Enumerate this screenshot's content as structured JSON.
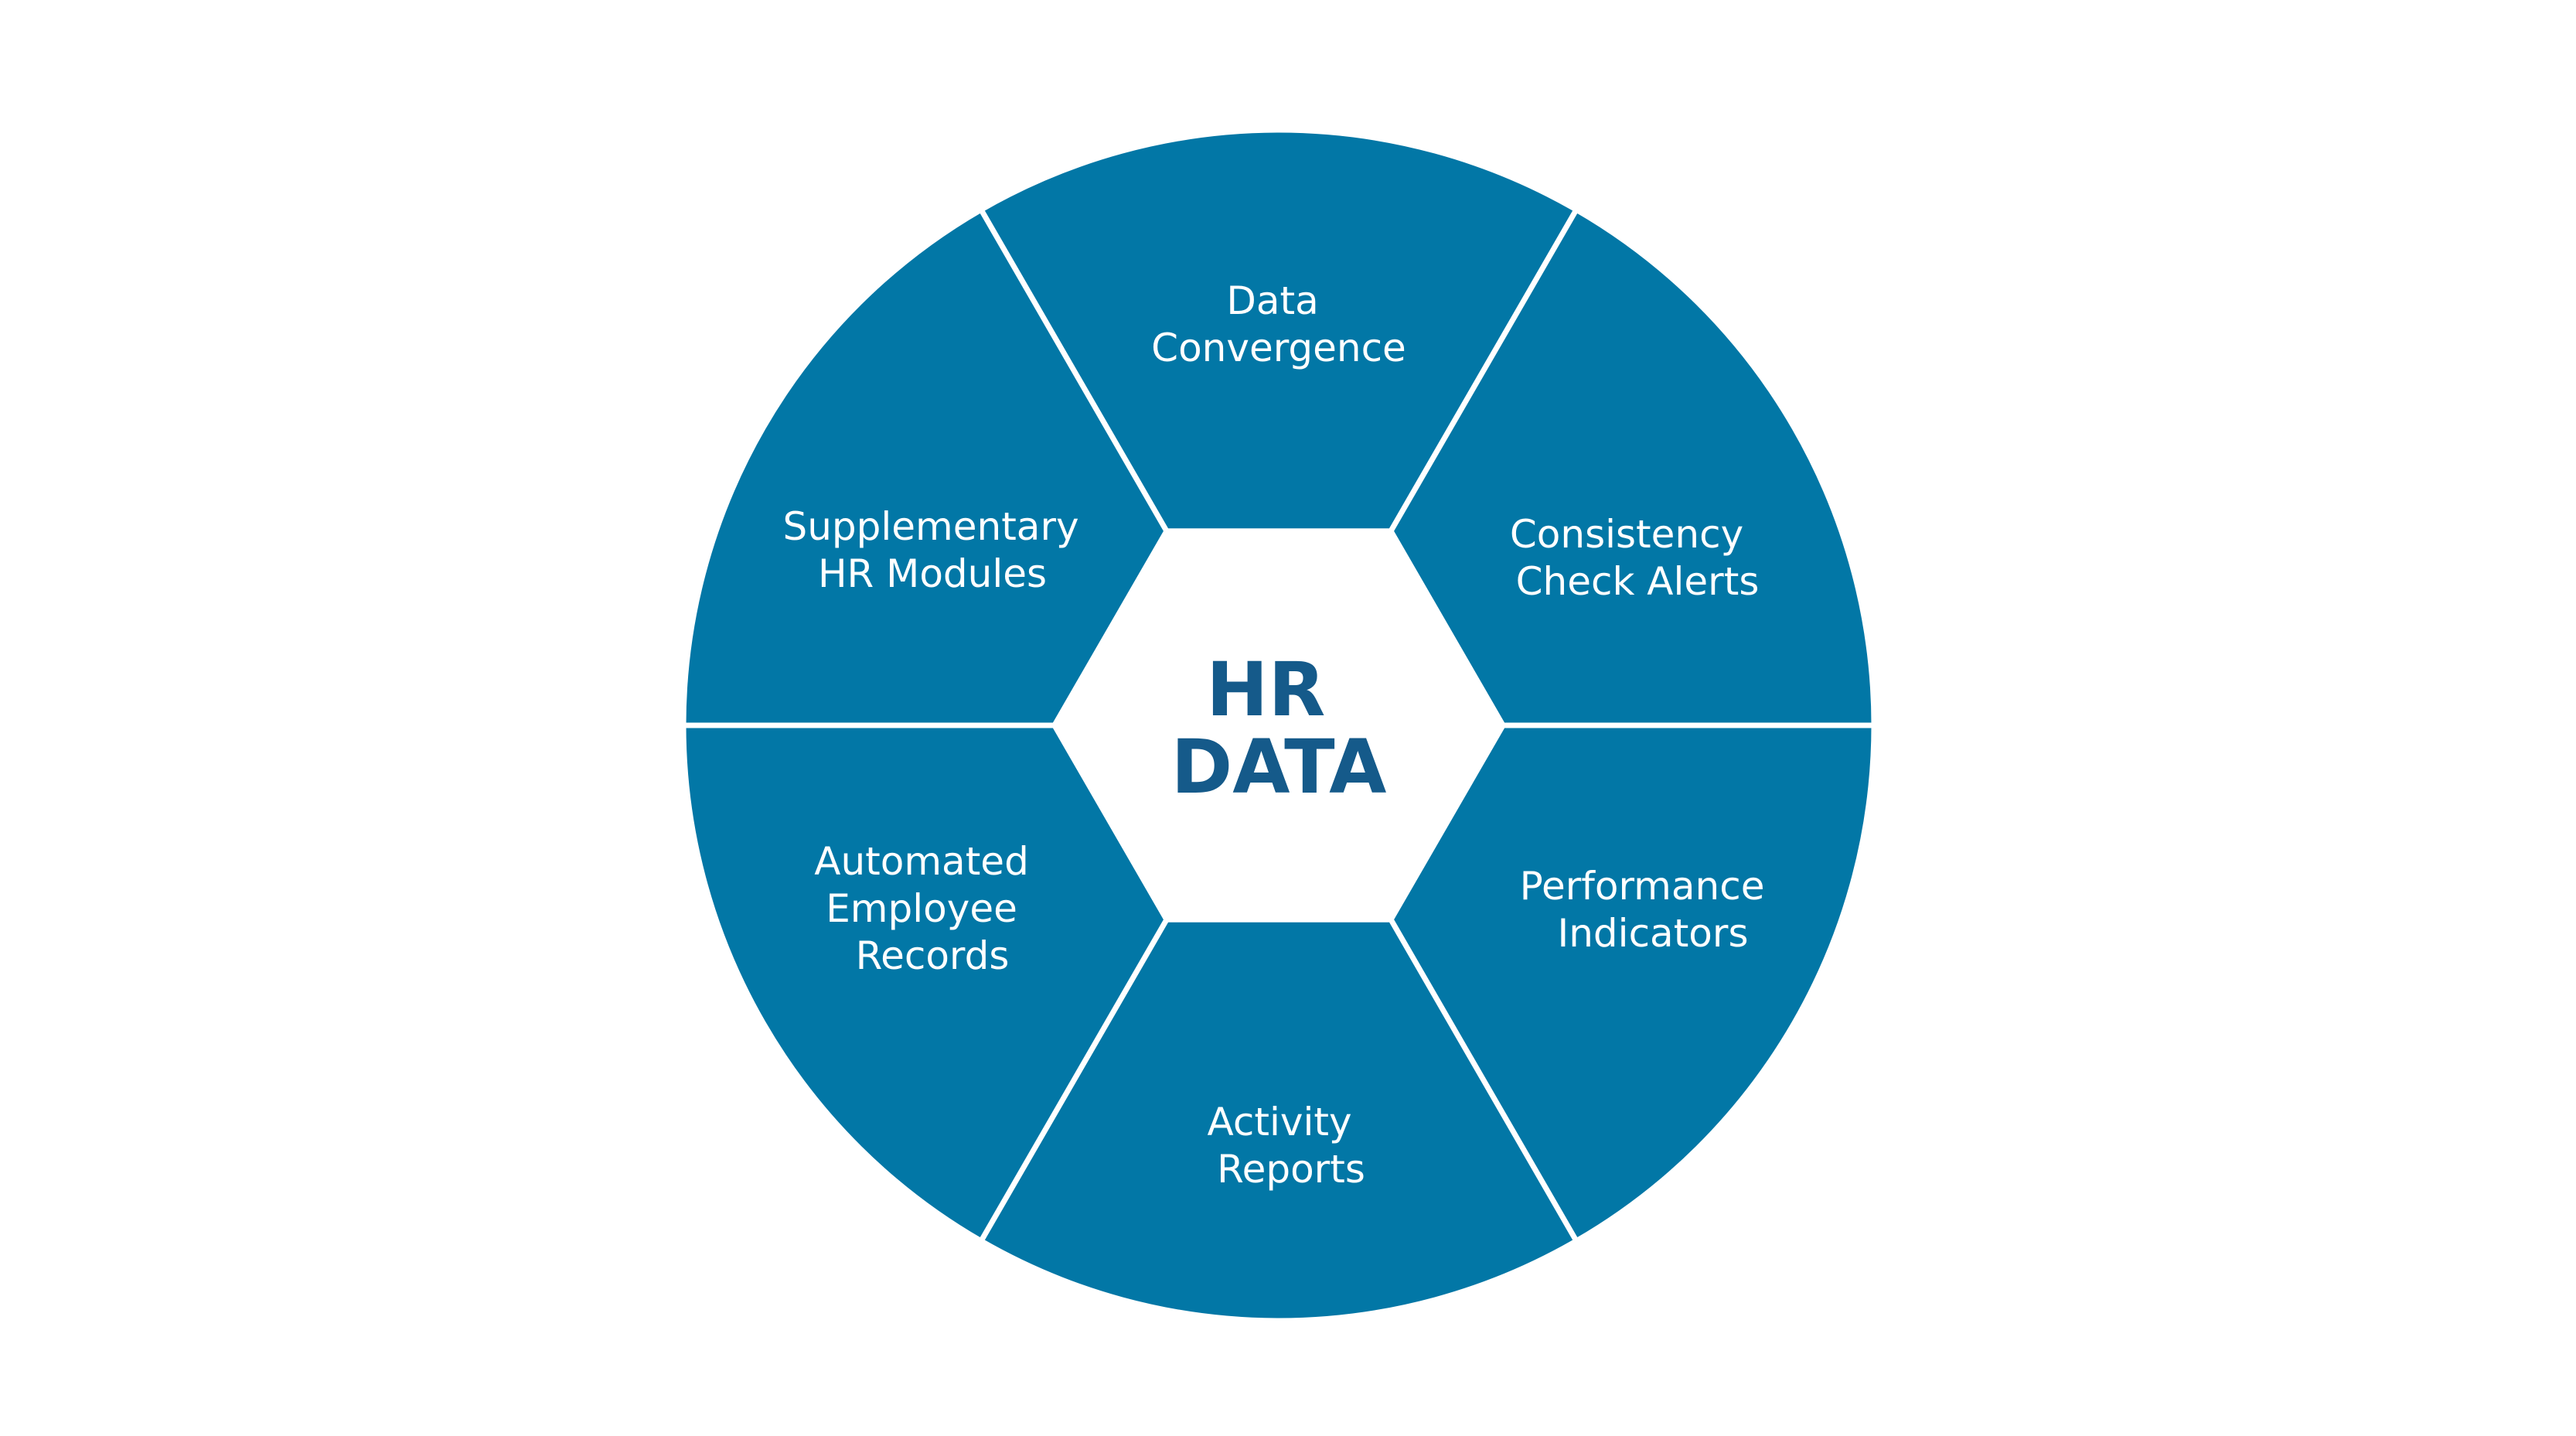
{
  "colors": {
    "segment_fill": "#0277a6",
    "center_fill": "#ffffff",
    "center_text": "#155a8a",
    "divider": "#ffffff",
    "background": "#ffffff"
  },
  "center": {
    "line1": "HR",
    "line2": "DATA"
  },
  "segments": [
    {
      "id": "top",
      "lines": [
        "Data",
        "Convergence"
      ]
    },
    {
      "id": "upper-right",
      "lines": [
        "Consistency",
        "Check Alerts"
      ]
    },
    {
      "id": "lower-right",
      "lines": [
        "Performance",
        "Indicators"
      ]
    },
    {
      "id": "bottom",
      "lines": [
        "Activity",
        "Reports"
      ]
    },
    {
      "id": "lower-left",
      "lines": [
        "Automated",
        "Employee",
        "Records"
      ]
    },
    {
      "id": "upper-left",
      "lines": [
        "Supplementary",
        "HR Modules"
      ]
    }
  ]
}
